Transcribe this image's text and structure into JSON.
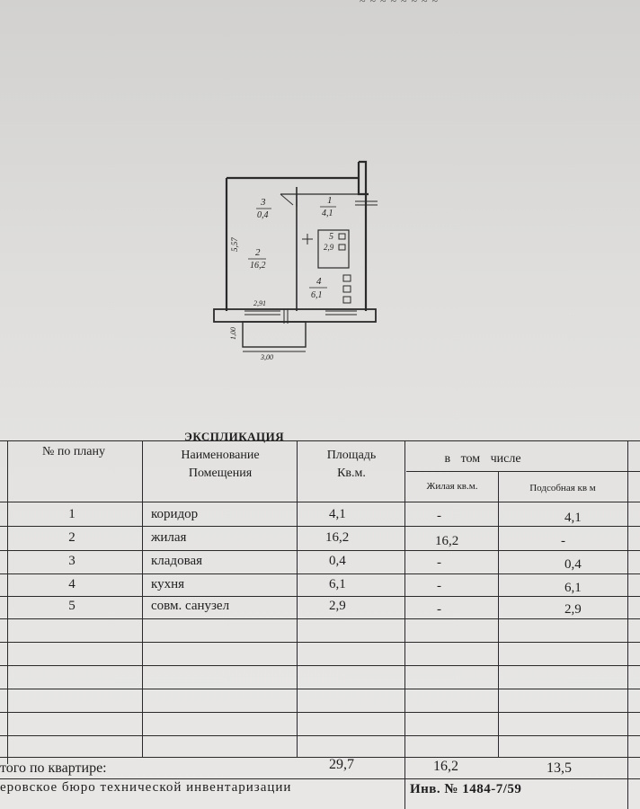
{
  "plan": {
    "rooms": [
      {
        "num": "1",
        "area": "4,1"
      },
      {
        "num": "2",
        "area": "16,2"
      },
      {
        "num": "3",
        "area": "0,4"
      },
      {
        "num": "4",
        "area": "6,1"
      },
      {
        "num": "5",
        "area": "2,9"
      }
    ],
    "dims": {
      "left": "5,57",
      "inner": "2,91",
      "bottom": "3,00",
      "balcony": "1,00"
    }
  },
  "explication": {
    "title": "ЭКСПЛИКАЦИЯ",
    "headers": {
      "num": "№ по плану",
      "name_1": "Наименование",
      "name_2": "Помещения",
      "area_1": "Площадь",
      "area_2": "Кв.м.",
      "incl": "в том числе",
      "living": "Жилая кв.м.",
      "aux": "Подсобная кв м"
    },
    "rows": [
      {
        "num": "1",
        "name": "коридор",
        "area": "4,1",
        "living": "-",
        "aux": "4,1"
      },
      {
        "num": "2",
        "name": "жилая",
        "area": "16,2",
        "living": "16,2",
        "aux": "-"
      },
      {
        "num": "3",
        "name": "кладовая",
        "area": "0,4",
        "living": "-",
        "aux": "0,4"
      },
      {
        "num": "4",
        "name": "кухня",
        "area": "6,1",
        "living": "-",
        "aux": "6,1"
      },
      {
        "num": "5",
        "name": "совм. санузел",
        "area": "2,9",
        "living": "-",
        "aux": "2,9"
      }
    ],
    "total": {
      "label": "того по квартире:",
      "area": "29,7",
      "living": "16,2",
      "aux": "13,5"
    },
    "footer": {
      "bureau": "еровское бюро технической инвентаризации",
      "inv": "Инв. № 1484-7/59"
    }
  }
}
